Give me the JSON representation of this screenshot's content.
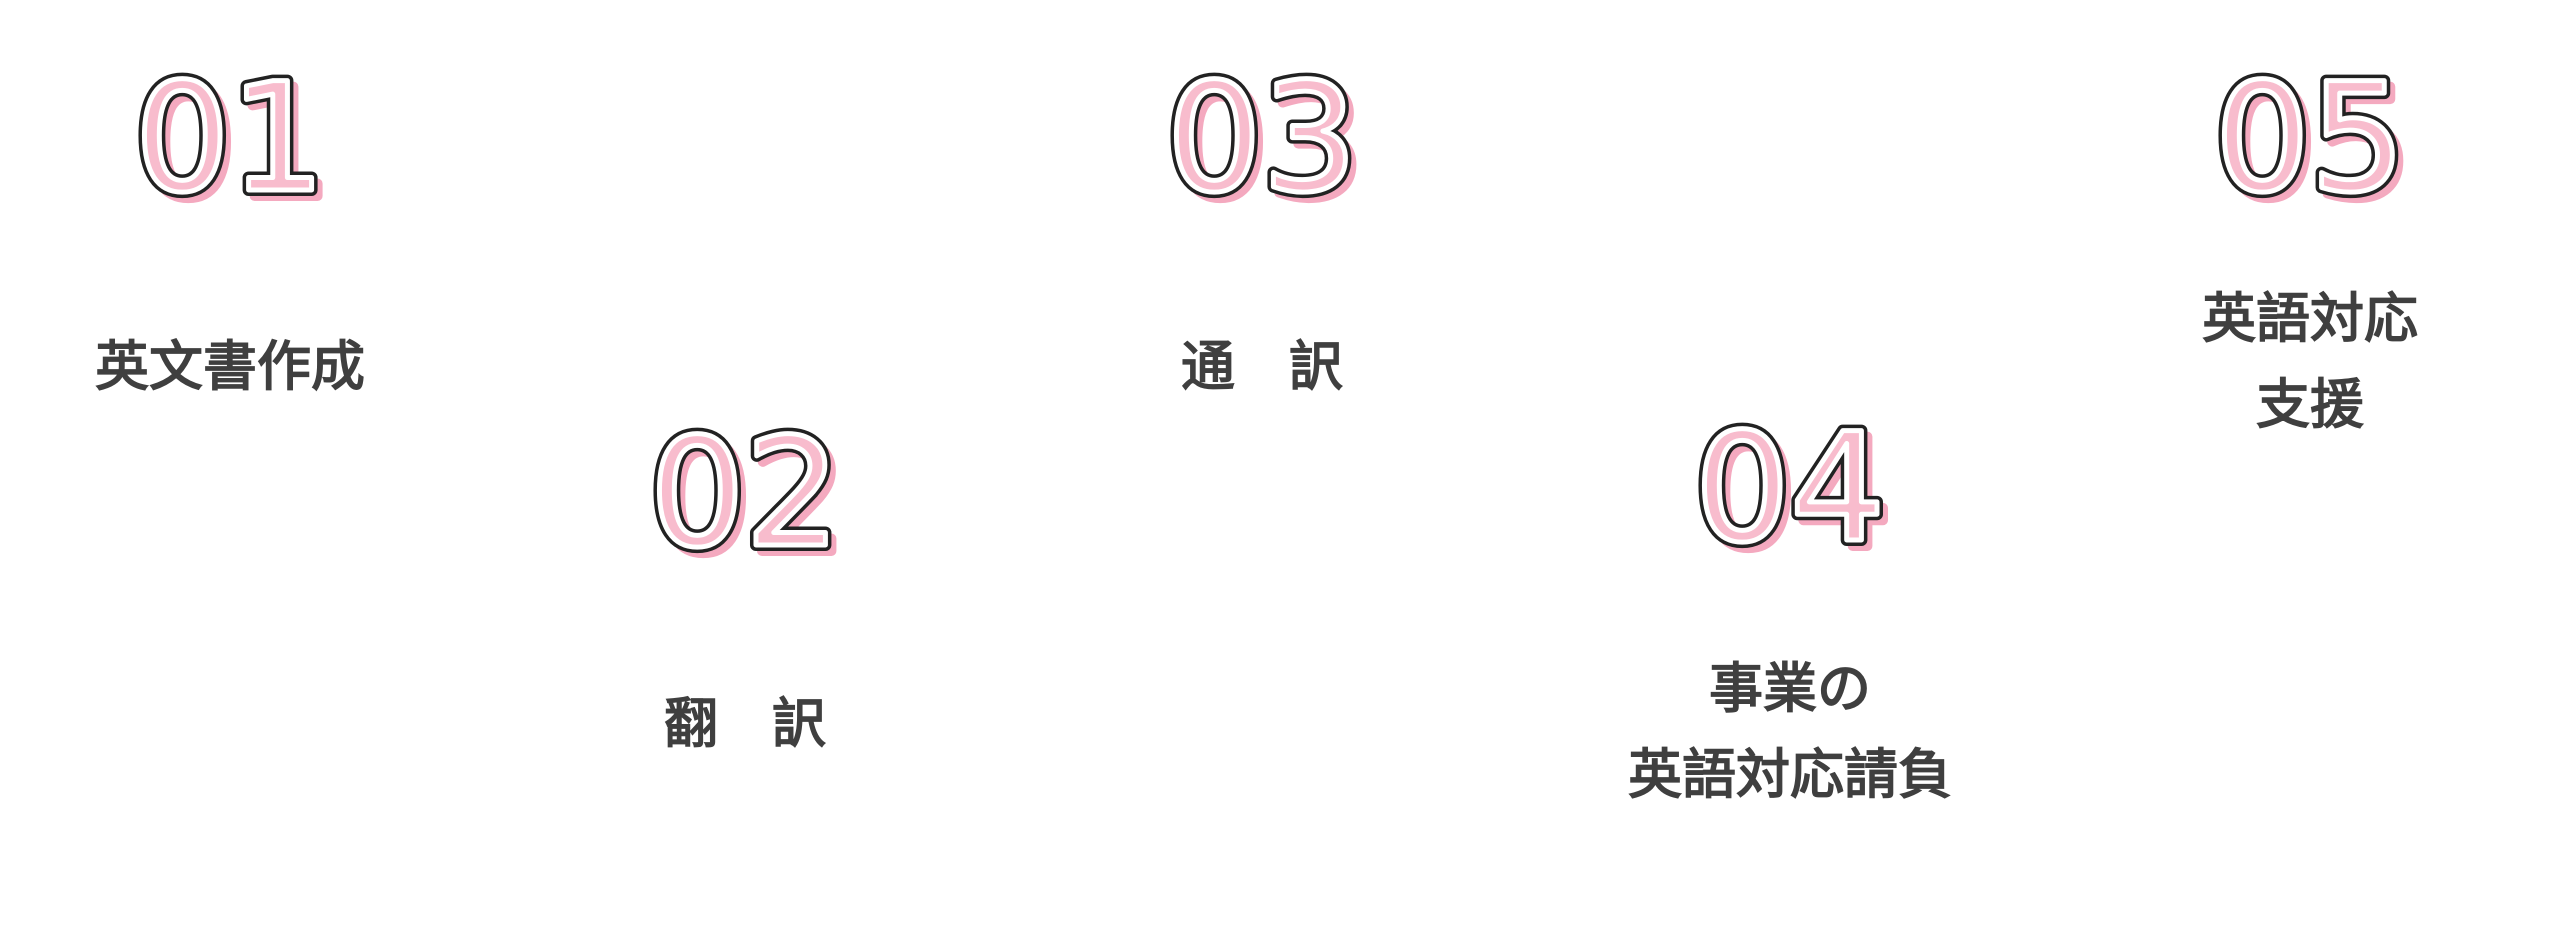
{
  "services": [
    {
      "number": "01",
      "label": "英文書作成"
    },
    {
      "number": "02",
      "label": "翻　訳"
    },
    {
      "number": "03",
      "label": "通　訳"
    },
    {
      "number": "04",
      "label_lines": [
        "事業の",
        "英語対応請負"
      ]
    },
    {
      "number": "05",
      "label_lines": [
        "英語対応",
        "支援"
      ]
    }
  ],
  "colors": {
    "accent_pink": "#f8bccd",
    "number_outline": "#222222",
    "label_text": "#3f3f3f",
    "background": "#ffffff"
  }
}
